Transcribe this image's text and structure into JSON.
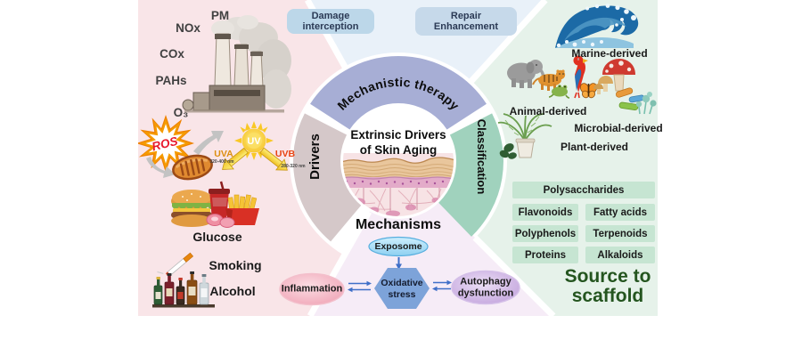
{
  "pollutants": {
    "pm": "PM",
    "nox": "NOx",
    "cox": "COx",
    "pahs": "PAHs",
    "o3": "O₃"
  },
  "ros": "ROS",
  "uv": {
    "sun": "UV",
    "uva": "UVA",
    "uva_range": "320-400 nm",
    "uvb": "UVB",
    "uvb_range": "280-320 nm"
  },
  "lifestyle": {
    "glucose": "Glucose",
    "smoking": "Smoking",
    "alcohol": "Alcohol"
  },
  "therapy_buttons": {
    "damage": "Damage interception",
    "repair": "Repair Enhancement"
  },
  "hub": {
    "title_line1": "Extrinsic Drivers",
    "title_line2": "of Skin Aging",
    "arc_top": "Mechanistic therapy",
    "arc_left": "Drivers",
    "arc_right": "Classification"
  },
  "mechanisms": {
    "title": "Mechanisms",
    "exposome": "Exposome",
    "inflammation": "Inflammation",
    "oxidative_line1": "Oxidative",
    "oxidative_line2": "stress",
    "autophagy_line1": "Autophagy",
    "autophagy_line2": "dysfunction"
  },
  "classification": {
    "marine": "Marine-derived",
    "animal": "Animal-derived",
    "microbial": "Microbial-derived",
    "plant": "Plant-derived"
  },
  "compounds": {
    "wide": "Polysaccharides",
    "grid": [
      [
        "Flavonoids",
        "Fatty acids"
      ],
      [
        "Polyphenols",
        "Terpenoids"
      ],
      [
        "Proteins",
        "Alkaloids"
      ]
    ]
  },
  "tagline": "Source to scaffold",
  "colors": {
    "quad_pink": "#f9e5e8",
    "quad_blue": "#e9f1f9",
    "quad_green": "#e6f2ea",
    "quad_lavender": "#f6ecf7",
    "arc_top": "#a7aed5",
    "arc_left": "#d5c8c9",
    "arc_right": "#a0d2bd",
    "button_fill": "#bcd7e9",
    "compound_box": "#c6e5d2",
    "tagline_green": "#24551f",
    "ros_red": "#e8192c",
    "arrow_blue": "#3f6fc8"
  }
}
